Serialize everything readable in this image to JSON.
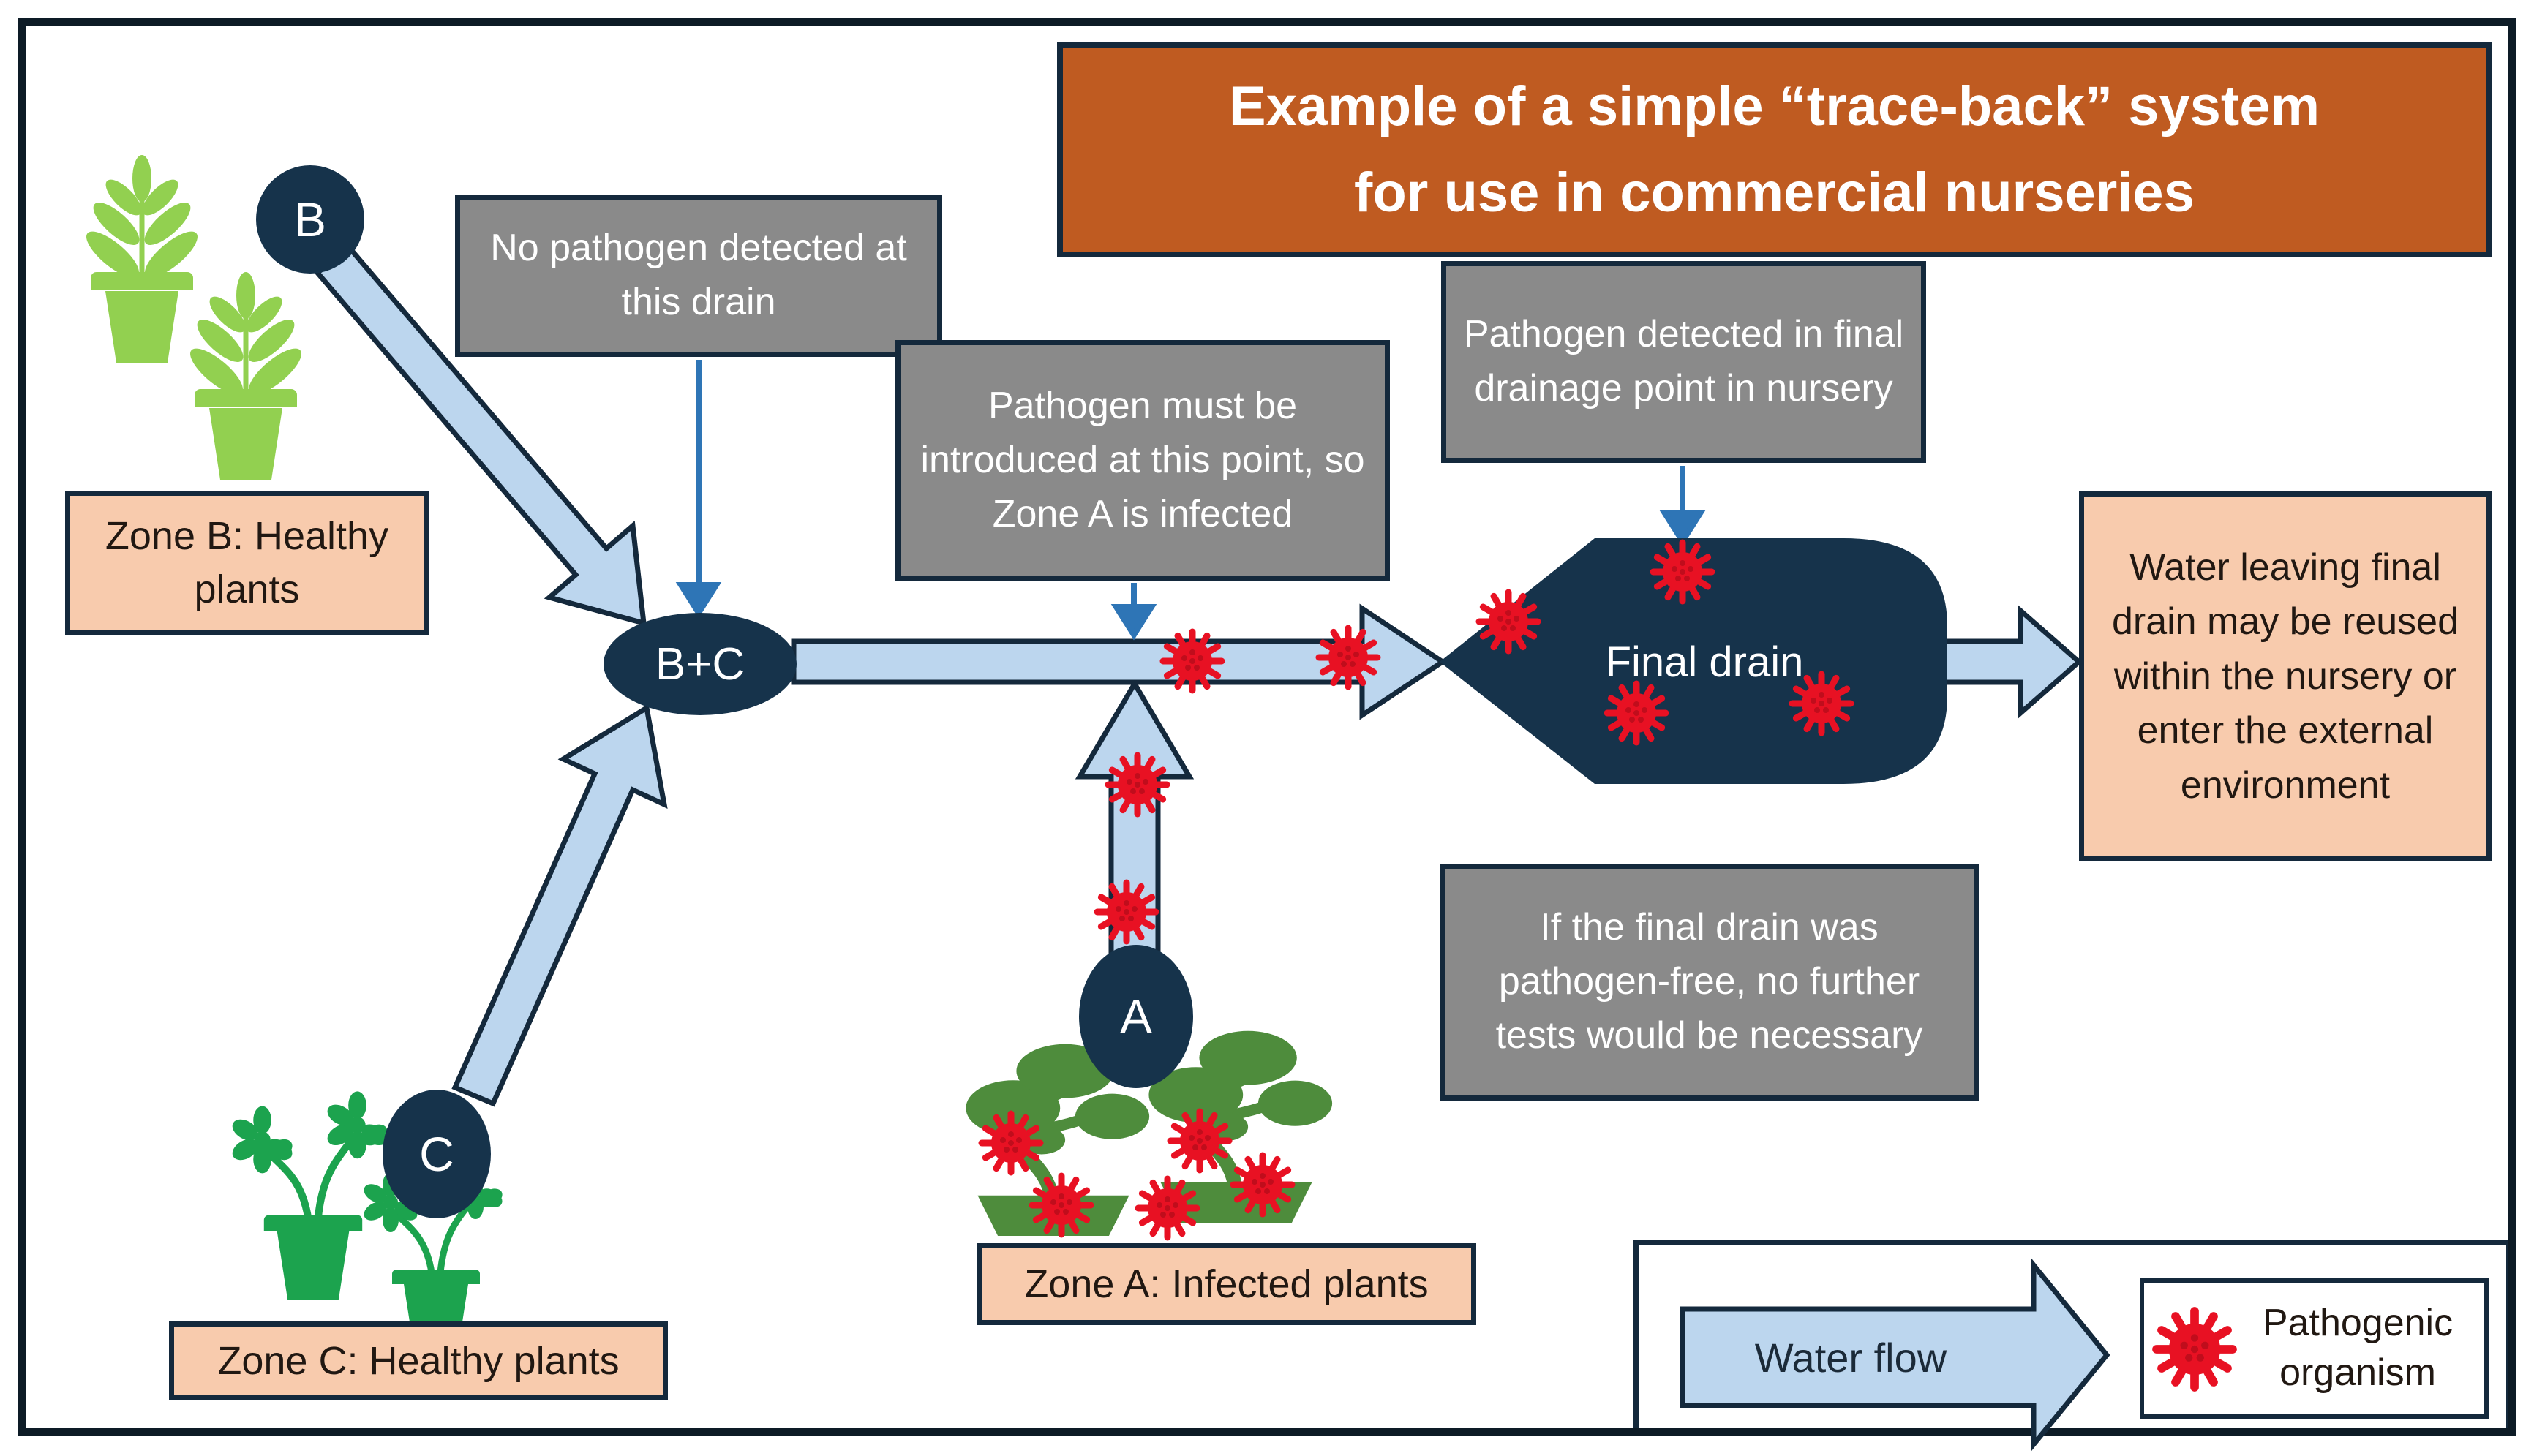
{
  "title": {
    "line1": "Example of a simple “trace-back” system",
    "line2": "for use in commercial nurseries"
  },
  "callouts": {
    "drain_bc": "No pathogen detected at this drain",
    "introduced": "Pathogen must be introduced at this point, so Zone A is infected",
    "detected_final": "Pathogen detected in final drainage point in nursery",
    "no_further": "If the final drain was pathogen-free, no further tests would be necessary"
  },
  "zones": {
    "b": "Zone B: Healthy plants",
    "c": "Zone C: Healthy plants",
    "a": "Zone A: Infected plants"
  },
  "nodes": {
    "b": "B",
    "c": "C",
    "a": "A",
    "bc": "B+C",
    "final_drain": "Final drain"
  },
  "outcome": "Water leaving final drain may be reused within the nursery or enter the external environment",
  "legend": {
    "water_flow": "Water flow",
    "pathogen": "Pathogenic organism"
  },
  "icons": {
    "pathogen": "pathogen-virus-icon",
    "healthy_plant_b": "potted-leafy-plant-icon",
    "healthy_plant_c": "potted-flower-plant-icon",
    "infected_plant_a": "bonsai-tree-icon",
    "water_flow": "water-flow-arrow-icon"
  },
  "colors": {
    "title_bg": "#bf5b21",
    "node_navy": "#16334b",
    "water_blue": "#bcd6ee",
    "arrow_outline": "#14293c",
    "connector_blue": "#2e75b6",
    "callout_gray": "#8a8a8a",
    "zone_label_bg": "#f8cbad",
    "healthy_light_green": "#92d050",
    "healthy_green": "#1ca34e",
    "infected_green": "#4e8c3c",
    "pathogen_red": "#e81123"
  }
}
